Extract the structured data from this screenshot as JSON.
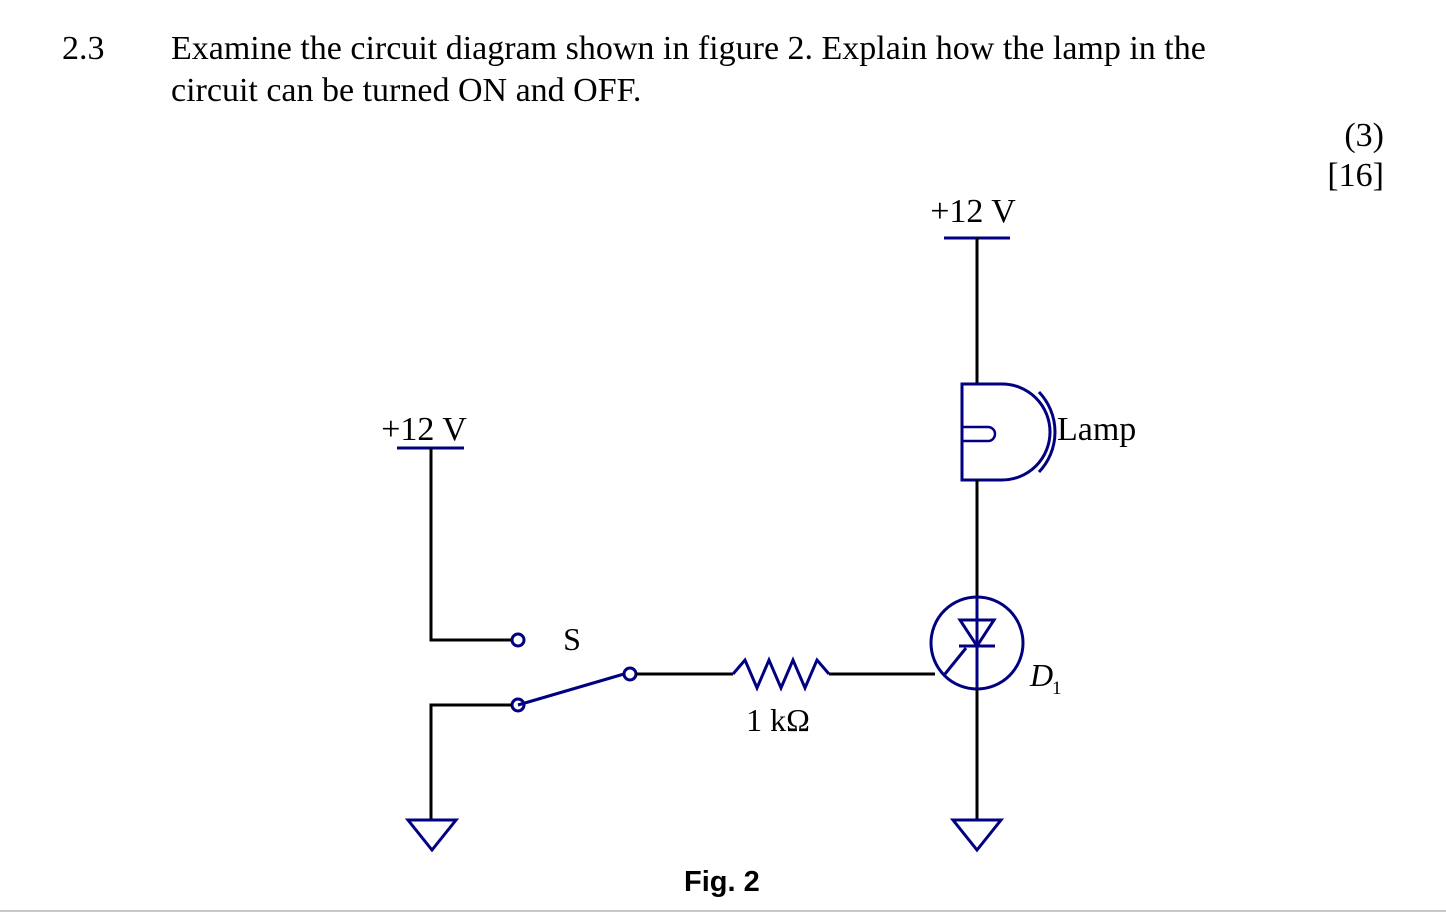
{
  "question": {
    "number": "2.3",
    "line1": "Examine the circuit diagram shown in figure 2. Explain how the lamp in the",
    "line2": "circuit can be turned ON and OFF.",
    "marks": "(3)",
    "total": "[16]"
  },
  "figure": {
    "caption": "Fig. 2",
    "supply_left_label": "+12 V",
    "supply_right_label": "+12 V",
    "switch_label": "S",
    "resistor_label": "1 kΩ",
    "lamp_label": "Lamp",
    "device_label": "D",
    "device_subscript": "1",
    "wire_color": "#000000",
    "symbol_color": "#000080"
  }
}
